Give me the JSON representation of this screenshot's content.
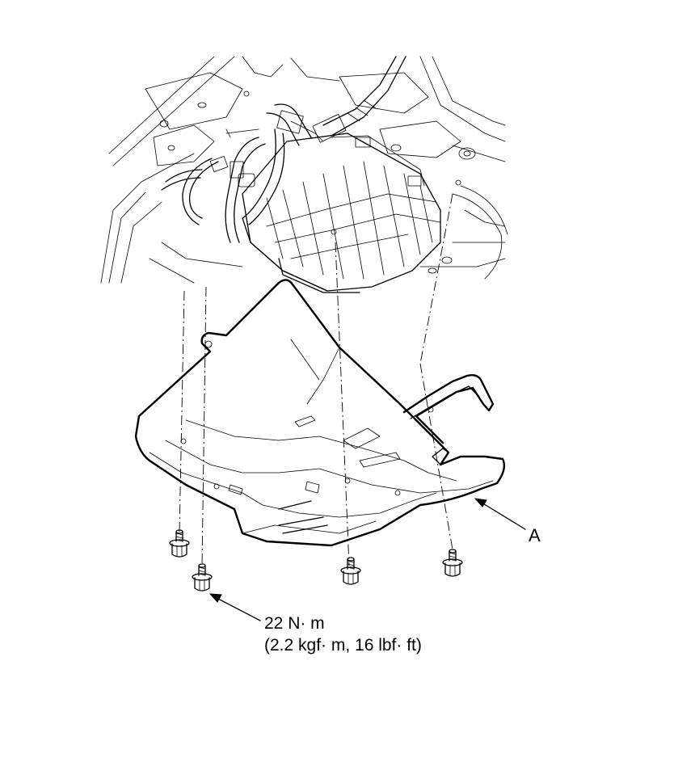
{
  "callout_a": "A",
  "torque_line1": "22 N· m",
  "torque_line2": "(2.2 kgf· m, 16 lbf· ft)"
}
